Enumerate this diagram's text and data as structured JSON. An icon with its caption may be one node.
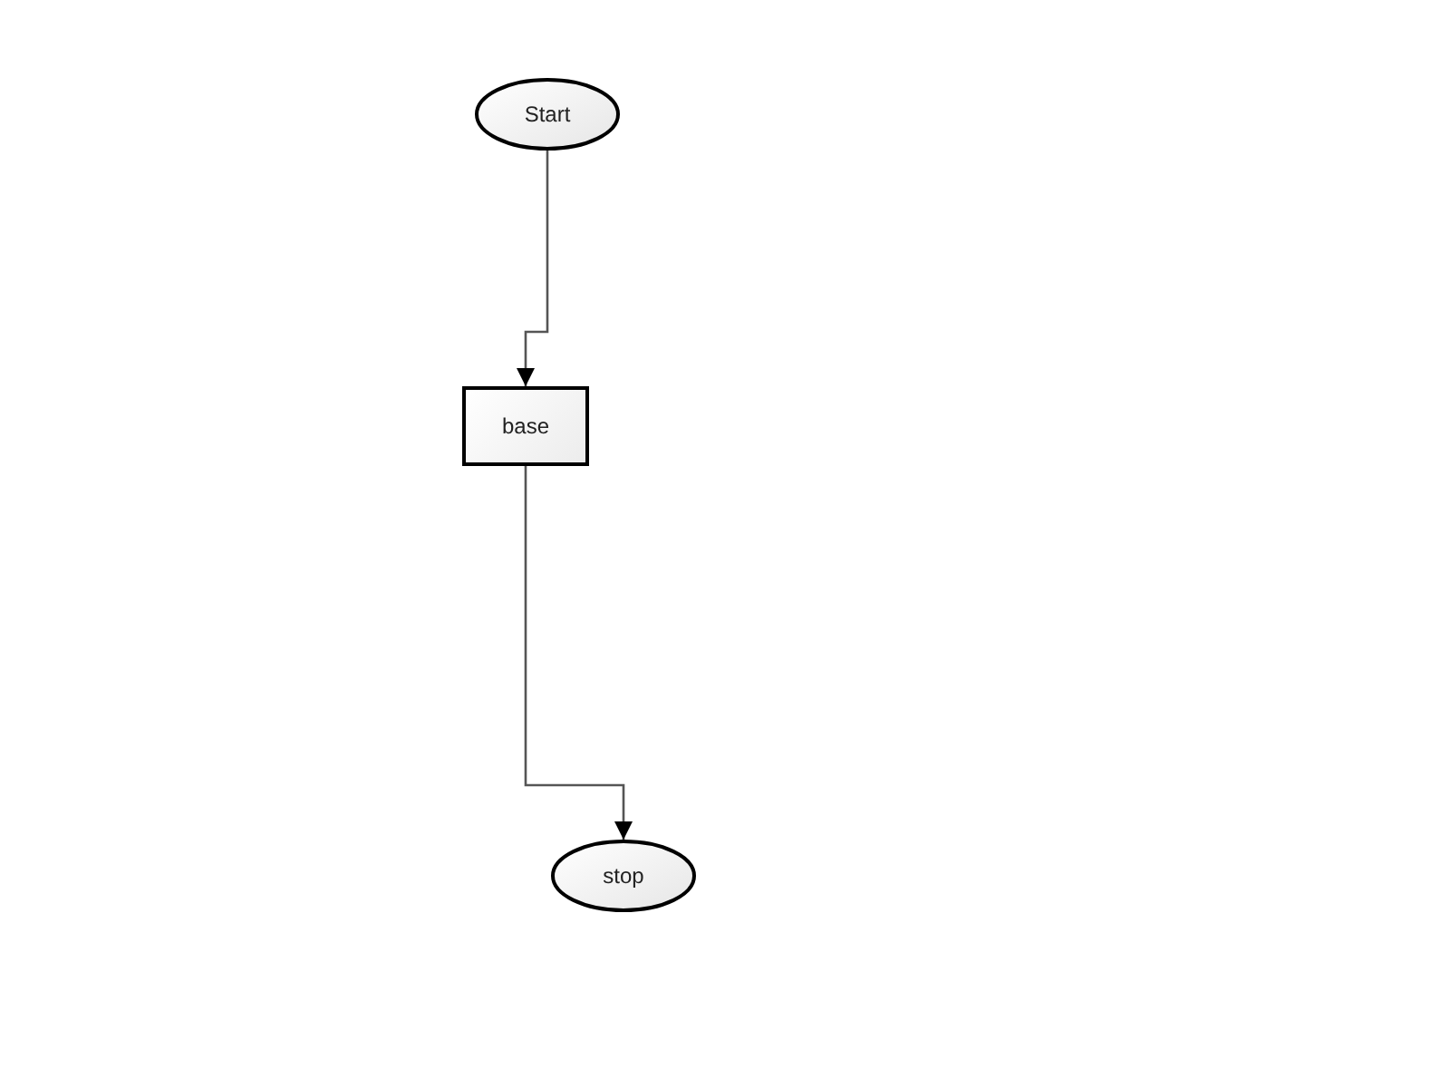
{
  "diagram": {
    "nodes": [
      {
        "text": [
          "Start"
        ]
      },
      {
        "text": [
          "base"
        ]
      },
      {
        "text": [
          "stop"
        ]
      }
    ],
    "edges": [
      {
        "from": 0,
        "to": 1,
        "arrow": "to"
      },
      {
        "from": 1,
        "to": 2,
        "arrow": "to"
      }
    ]
  }
}
